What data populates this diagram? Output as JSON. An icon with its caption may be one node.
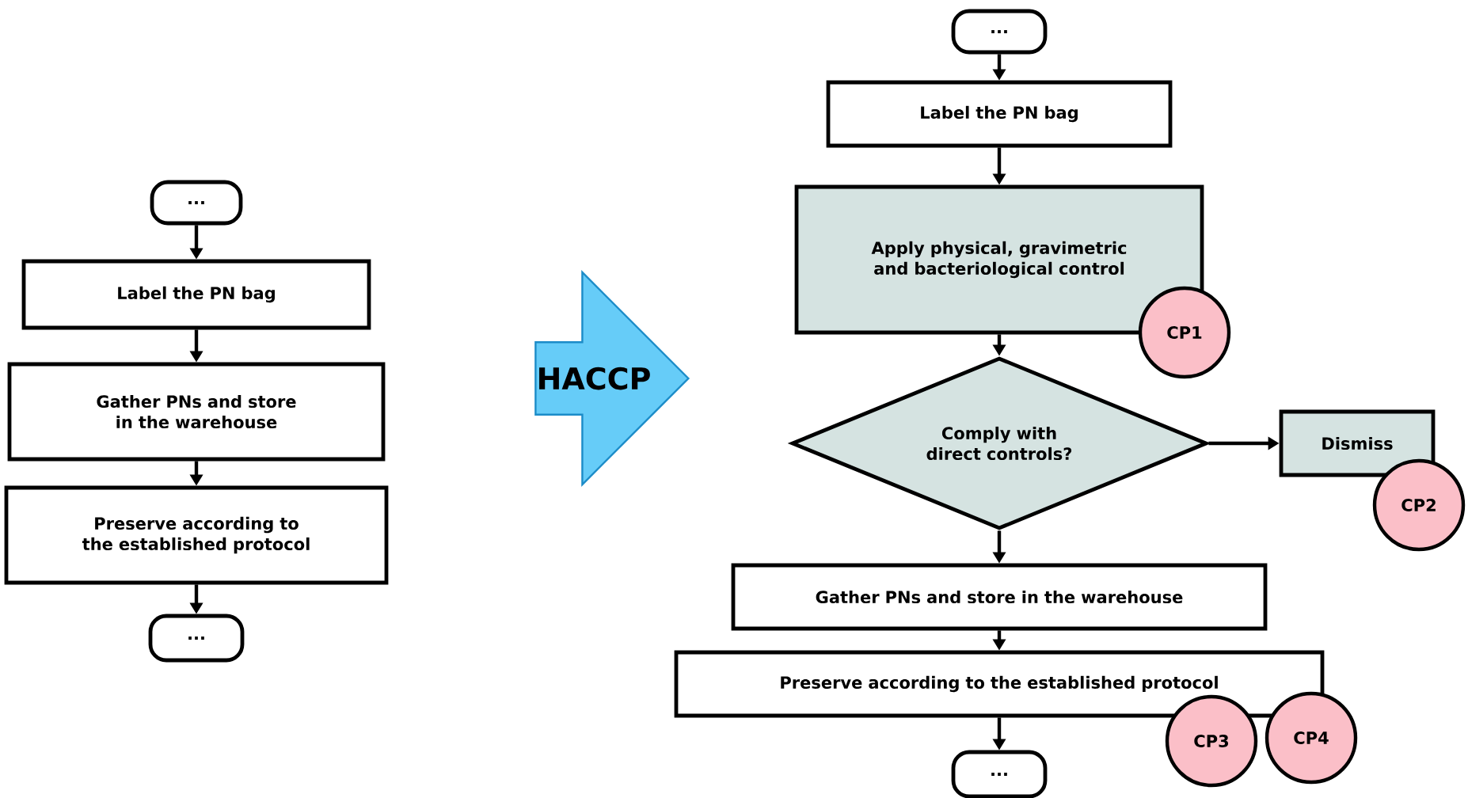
{
  "diagram": {
    "nodes": [
      {
        "text": [
          "..."
        ]
      },
      {
        "text": [
          "Label the PN bag"
        ]
      },
      {
        "text": [
          "Gather PNs and store in the warehouse"
        ]
      },
      {
        "text": [
          "Preserve according to the established protocol"
        ]
      },
      {
        "text": [
          "..."
        ]
      },
      {
        "text": [
          "HACCP"
        ]
      },
      {
        "text": [
          "..."
        ]
      },
      {
        "text": [
          "Label the PN bag"
        ]
      },
      {
        "text": [
          "Apply physical, gravimetric and bacteriological control"
        ]
      },
      {
        "text": [
          "CP1"
        ]
      },
      {
        "text": [
          "Comply with direct controls?"
        ]
      },
      {
        "text": [
          "Dismiss"
        ]
      },
      {
        "text": [
          "CP2"
        ]
      },
      {
        "text": [
          "Gather PNs and store in the warehouse"
        ]
      },
      {
        "text": [
          "Preserve according to the established protocol"
        ]
      },
      {
        "text": [
          "CP3"
        ]
      },
      {
        "text": [
          "CP4"
        ]
      },
      {
        "text": [
          "..."
        ]
      }
    ],
    "edges": [
      {
        "from": 0,
        "to": 1,
        "arrow": "to"
      },
      {
        "from": 1,
        "to": 2,
        "arrow": "to"
      },
      {
        "from": 2,
        "to": 3,
        "arrow": "to"
      },
      {
        "from": 3,
        "to": 4,
        "arrow": "to"
      },
      {
        "from": 6,
        "to": 7,
        "arrow": "to"
      },
      {
        "from": 7,
        "to": 8,
        "arrow": "to"
      },
      {
        "from": 8,
        "to": 10,
        "arrow": "to"
      },
      {
        "from": 10,
        "to": 11,
        "arrow": "to"
      },
      {
        "from": 10,
        "to": 13,
        "arrow": "to"
      },
      {
        "from": 13,
        "to": 14,
        "arrow": "to"
      },
      {
        "from": 14,
        "to": 17,
        "arrow": "to"
      }
    ]
  }
}
